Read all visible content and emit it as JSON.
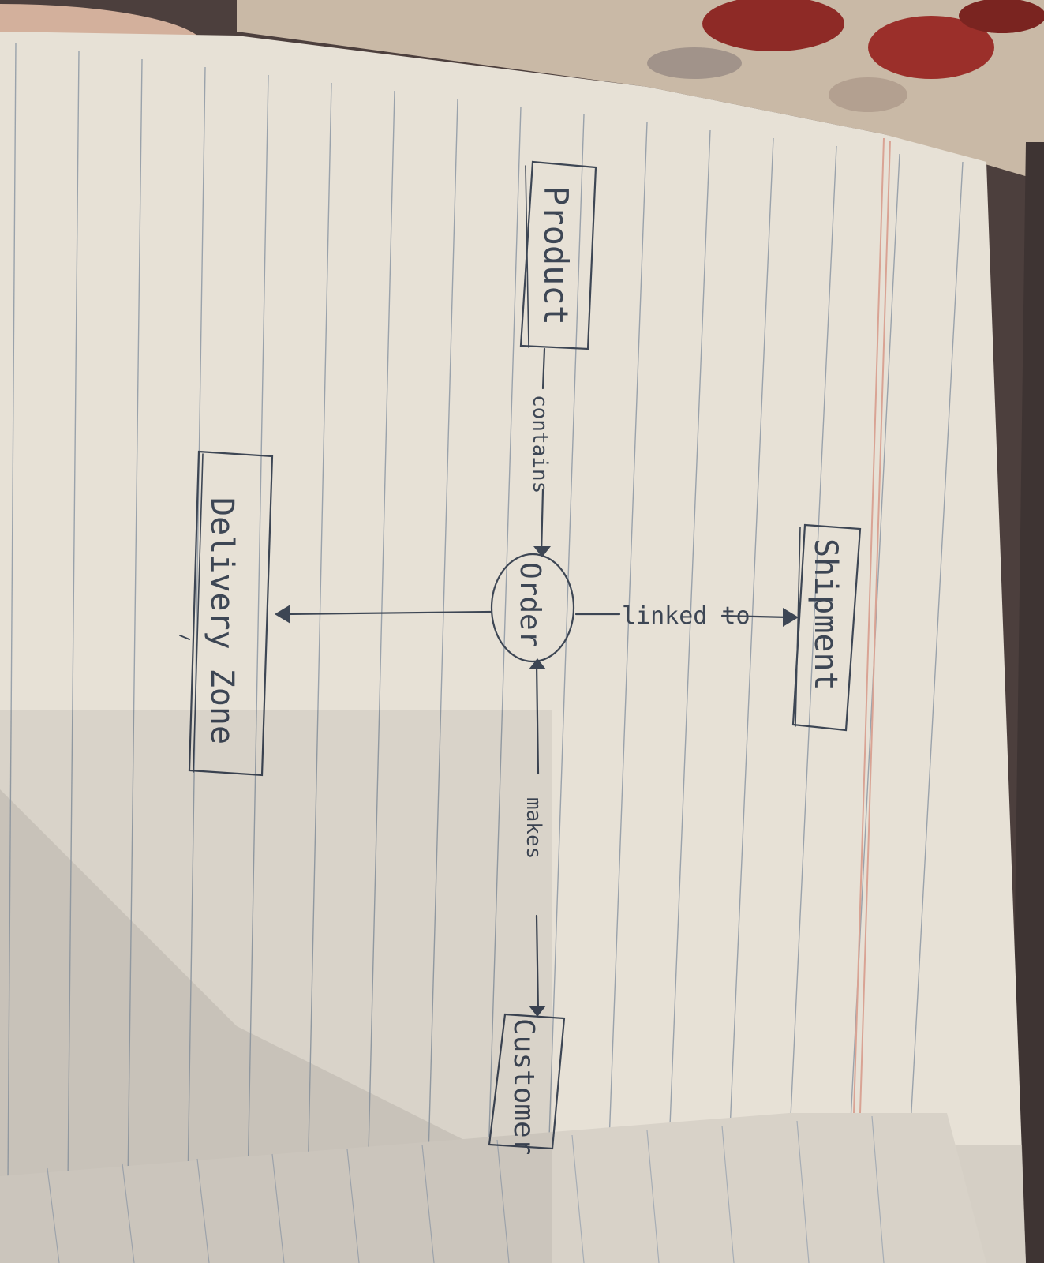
{
  "diagram": {
    "entities": {
      "product": "Product",
      "order": "Order",
      "shipment": "Shipment",
      "customer": "Customer",
      "delivery_zone": "Delivery Zone"
    },
    "relationships": {
      "contains": "contains",
      "linked_to": "linked to",
      "makes": "makes"
    }
  },
  "colors": {
    "paper": "#e9e4da",
    "rule_line": "#9aa2ab",
    "margin_line": "#d9a394",
    "ink": "#3d4654",
    "fabric": "#8e2a26"
  }
}
